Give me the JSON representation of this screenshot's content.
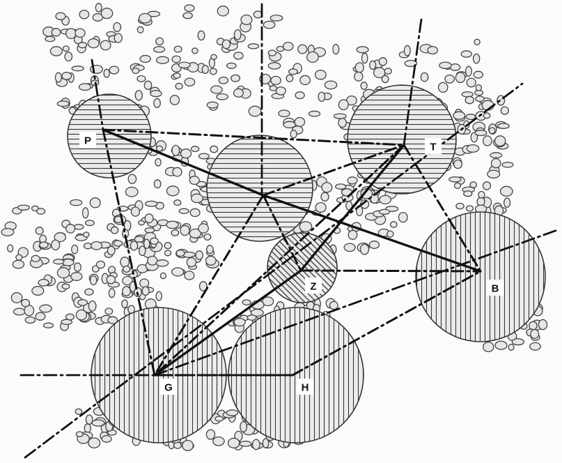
{
  "diagram": {
    "nodes": [
      {
        "id": "P",
        "label": "P",
        "hatch": "horizontal"
      },
      {
        "id": "T",
        "label": "T",
        "hatch": "horizontal"
      },
      {
        "id": "center",
        "label": "",
        "hatch": "horizontal"
      },
      {
        "id": "Z",
        "label": "Z",
        "hatch": "diagonal"
      },
      {
        "id": "B",
        "label": "B",
        "hatch": "vertical"
      },
      {
        "id": "G",
        "label": "G",
        "hatch": "vertical"
      },
      {
        "id": "H",
        "label": "H",
        "hatch": "vertical"
      }
    ],
    "connections": [
      {
        "from": "P",
        "to": "center",
        "style": "solid"
      },
      {
        "from": "P",
        "to": "T",
        "style": "dash-dot"
      },
      {
        "from": "P",
        "to": "G",
        "style": "dash-dot"
      },
      {
        "from": "center",
        "to": "T",
        "style": "dash-dot"
      },
      {
        "from": "center",
        "to": "B",
        "style": "solid"
      },
      {
        "from": "center",
        "to": "G",
        "style": "dash-dot"
      },
      {
        "from": "center",
        "to": "Z",
        "style": "dash-dot"
      },
      {
        "from": "T",
        "to": "G",
        "style": "dash-dot"
      },
      {
        "from": "T",
        "to": "B",
        "style": "dash-dot"
      },
      {
        "from": "T",
        "to": "Z",
        "style": "solid"
      },
      {
        "from": "Z",
        "to": "B",
        "style": "dash-dot"
      },
      {
        "from": "Z",
        "to": "G",
        "style": "solid"
      },
      {
        "from": "G",
        "to": "H",
        "style": "dash-dot"
      },
      {
        "from": "H",
        "to": "B",
        "style": "dash-dot"
      }
    ],
    "colors": {
      "ink": "#111111",
      "circle_fill": "#ececec",
      "pebble_fill": "#e6e6e6"
    }
  }
}
